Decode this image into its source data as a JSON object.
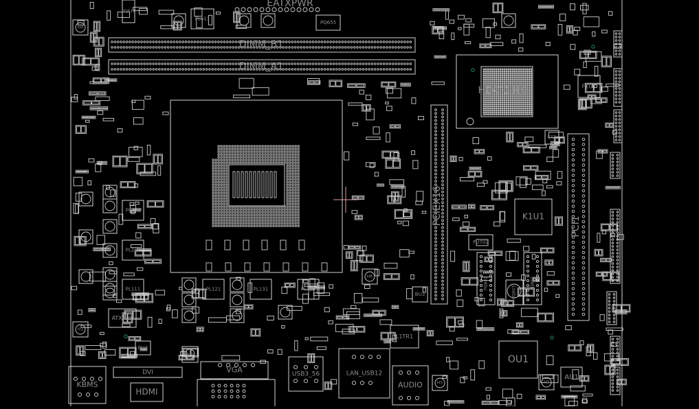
{
  "viewer": {
    "title": "Boardview"
  },
  "labels": {
    "eatxpwr": "EATXPWR",
    "dimm_b1": "DIMM_B1",
    "dimm_a1": "DIMM_A1",
    "pq611": "PQ611",
    "pl611": "PL611",
    "pq655": "PQ655",
    "heatsink": "HEATSINK",
    "f1u1": "F1U1",
    "sx1": "SX1",
    "pciex16": "PCIEX16",
    "pci1": "PCI1",
    "k1u1": "K1U1",
    "pu702": "PU702",
    "pq801": "PQ801",
    "pq803": "PQ803",
    "pq802": "PQ802",
    "bu3": "BU3",
    "bu4": "BU4",
    "bu2": "BU2",
    "l1tr1": "L1TR1",
    "ou1": "OU1",
    "au1": "AU1",
    "pl201": "PL201",
    "pl202": "PL202",
    "pl111": "PL111",
    "pl121": "PL121",
    "pl131": "PL131",
    "pl704": "PL704",
    "atx12v": "ATX12V",
    "kbms": "KBMS",
    "hdmi": "HDMI",
    "dvi": "DVI",
    "vga": "VGA",
    "usb3": "USB3_56",
    "lan": "LAN_USB12",
    "audio": "AUDIO",
    "h1": "H1",
    "h3": "H3",
    "h4": "H4",
    "h5": "H5",
    "h6": "H6"
  },
  "colors": {
    "background": "#000000",
    "outline": "#d4d4d4",
    "label": "#8c8c8c",
    "via": "#2e8b74"
  }
}
